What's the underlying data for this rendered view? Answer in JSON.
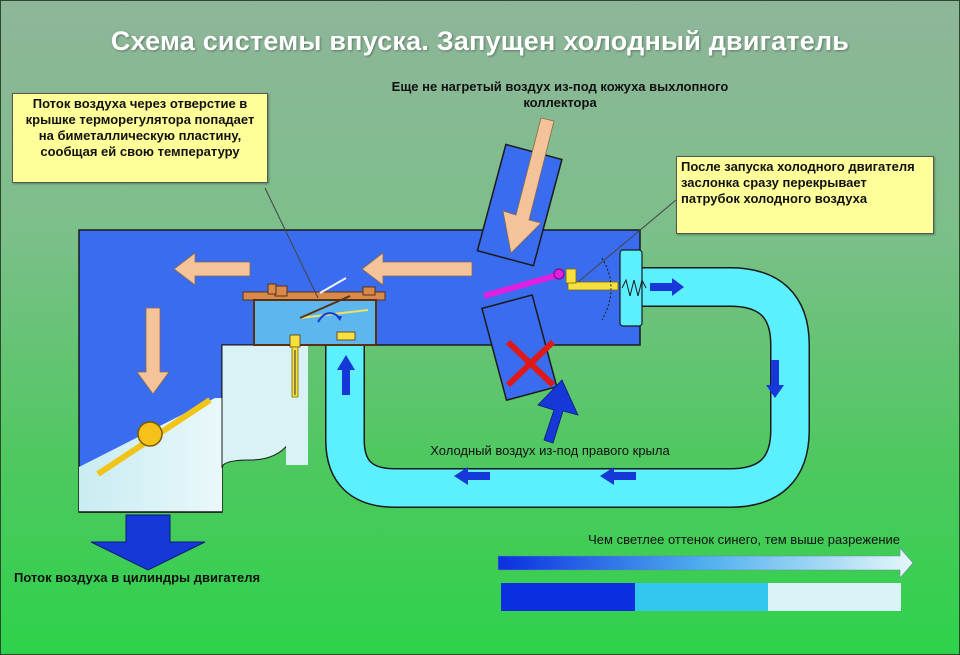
{
  "title": "Схема системы впуска. Запущен холодный двигатель",
  "notes": {
    "thermo_airflow": "Поток воздуха через отверстие в крышке терморегулятора попадает на биметаллическую пластину, сообщая ей свою температуру",
    "damper_closes": "После запуска холодного двигателя заслонка сразу перекрывает патрубок холодного воздуха"
  },
  "labels": {
    "warm_air_source": "Еще не нагретый воздух из-под кожуха выхлопного коллектора",
    "cold_air_source": "Холодный воздух из-под правого крыла",
    "air_to_cylinders": "Поток воздуха в цилиндры двигателя",
    "legend_vacuum": "Чем светлее оттенок синего, тем выше разрежение"
  },
  "colors": {
    "housing_blue": "#3a6cf0",
    "mid_blue": "#33bff0",
    "light_blue": "#d8f2f6",
    "cold_duct": "#5cf0ff",
    "arrow_peach": "#f5c39a",
    "damper_magenta": "#e020e0",
    "note_yellow": "#ffff9a",
    "legend_dark": "#0b2fe0",
    "legend_mid": "#33c7f0",
    "legend_light": "#d9f3f7"
  }
}
